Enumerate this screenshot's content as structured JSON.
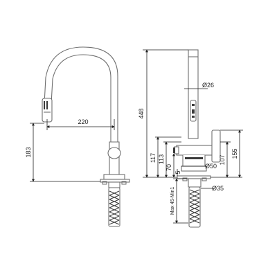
{
  "colors": {
    "outline": "#6e6e6e",
    "dimension": "#1e1e1e",
    "fill": "#ffffff",
    "dark": "#3a3a3a"
  },
  "side_view": {
    "reach_label": "220",
    "height_label": "183"
  },
  "front_view": {
    "total_height_label": "448",
    "spout_diameter_label": "Ø26",
    "base_height_a_label": "117",
    "base_height_b_label": "113",
    "base_height_c_label": "70",
    "base_gap_label": "5",
    "right_height_a_label": "107",
    "right_height_b_label": "155",
    "base_diameter_label": "Ø50",
    "hole_diameter_label": "Ø35",
    "mount_thickness_label": "Max 45-Min1"
  }
}
